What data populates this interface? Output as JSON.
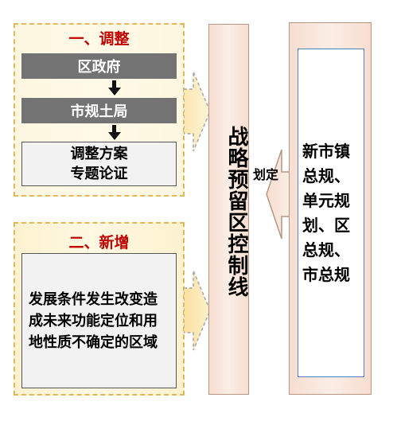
{
  "section1": {
    "title": "一、调整",
    "step1": "区政府",
    "step2": "市规土局",
    "step3_line1": "调整方案",
    "step3_line2": "专题论证"
  },
  "section2": {
    "title": "二、新增",
    "body": "发展条件发生改变造成未来功能定位和用地性质不确定的区域"
  },
  "center": {
    "text": "战略预留区控制线"
  },
  "right": {
    "label": "划定",
    "text": "新市镇总规、单元规划、区总规、市总规"
  },
  "colors": {
    "title_red": "#c00000",
    "gray_box": "#737373",
    "panel_border": "#e2b85a",
    "salmon": "#f7ddd0"
  }
}
